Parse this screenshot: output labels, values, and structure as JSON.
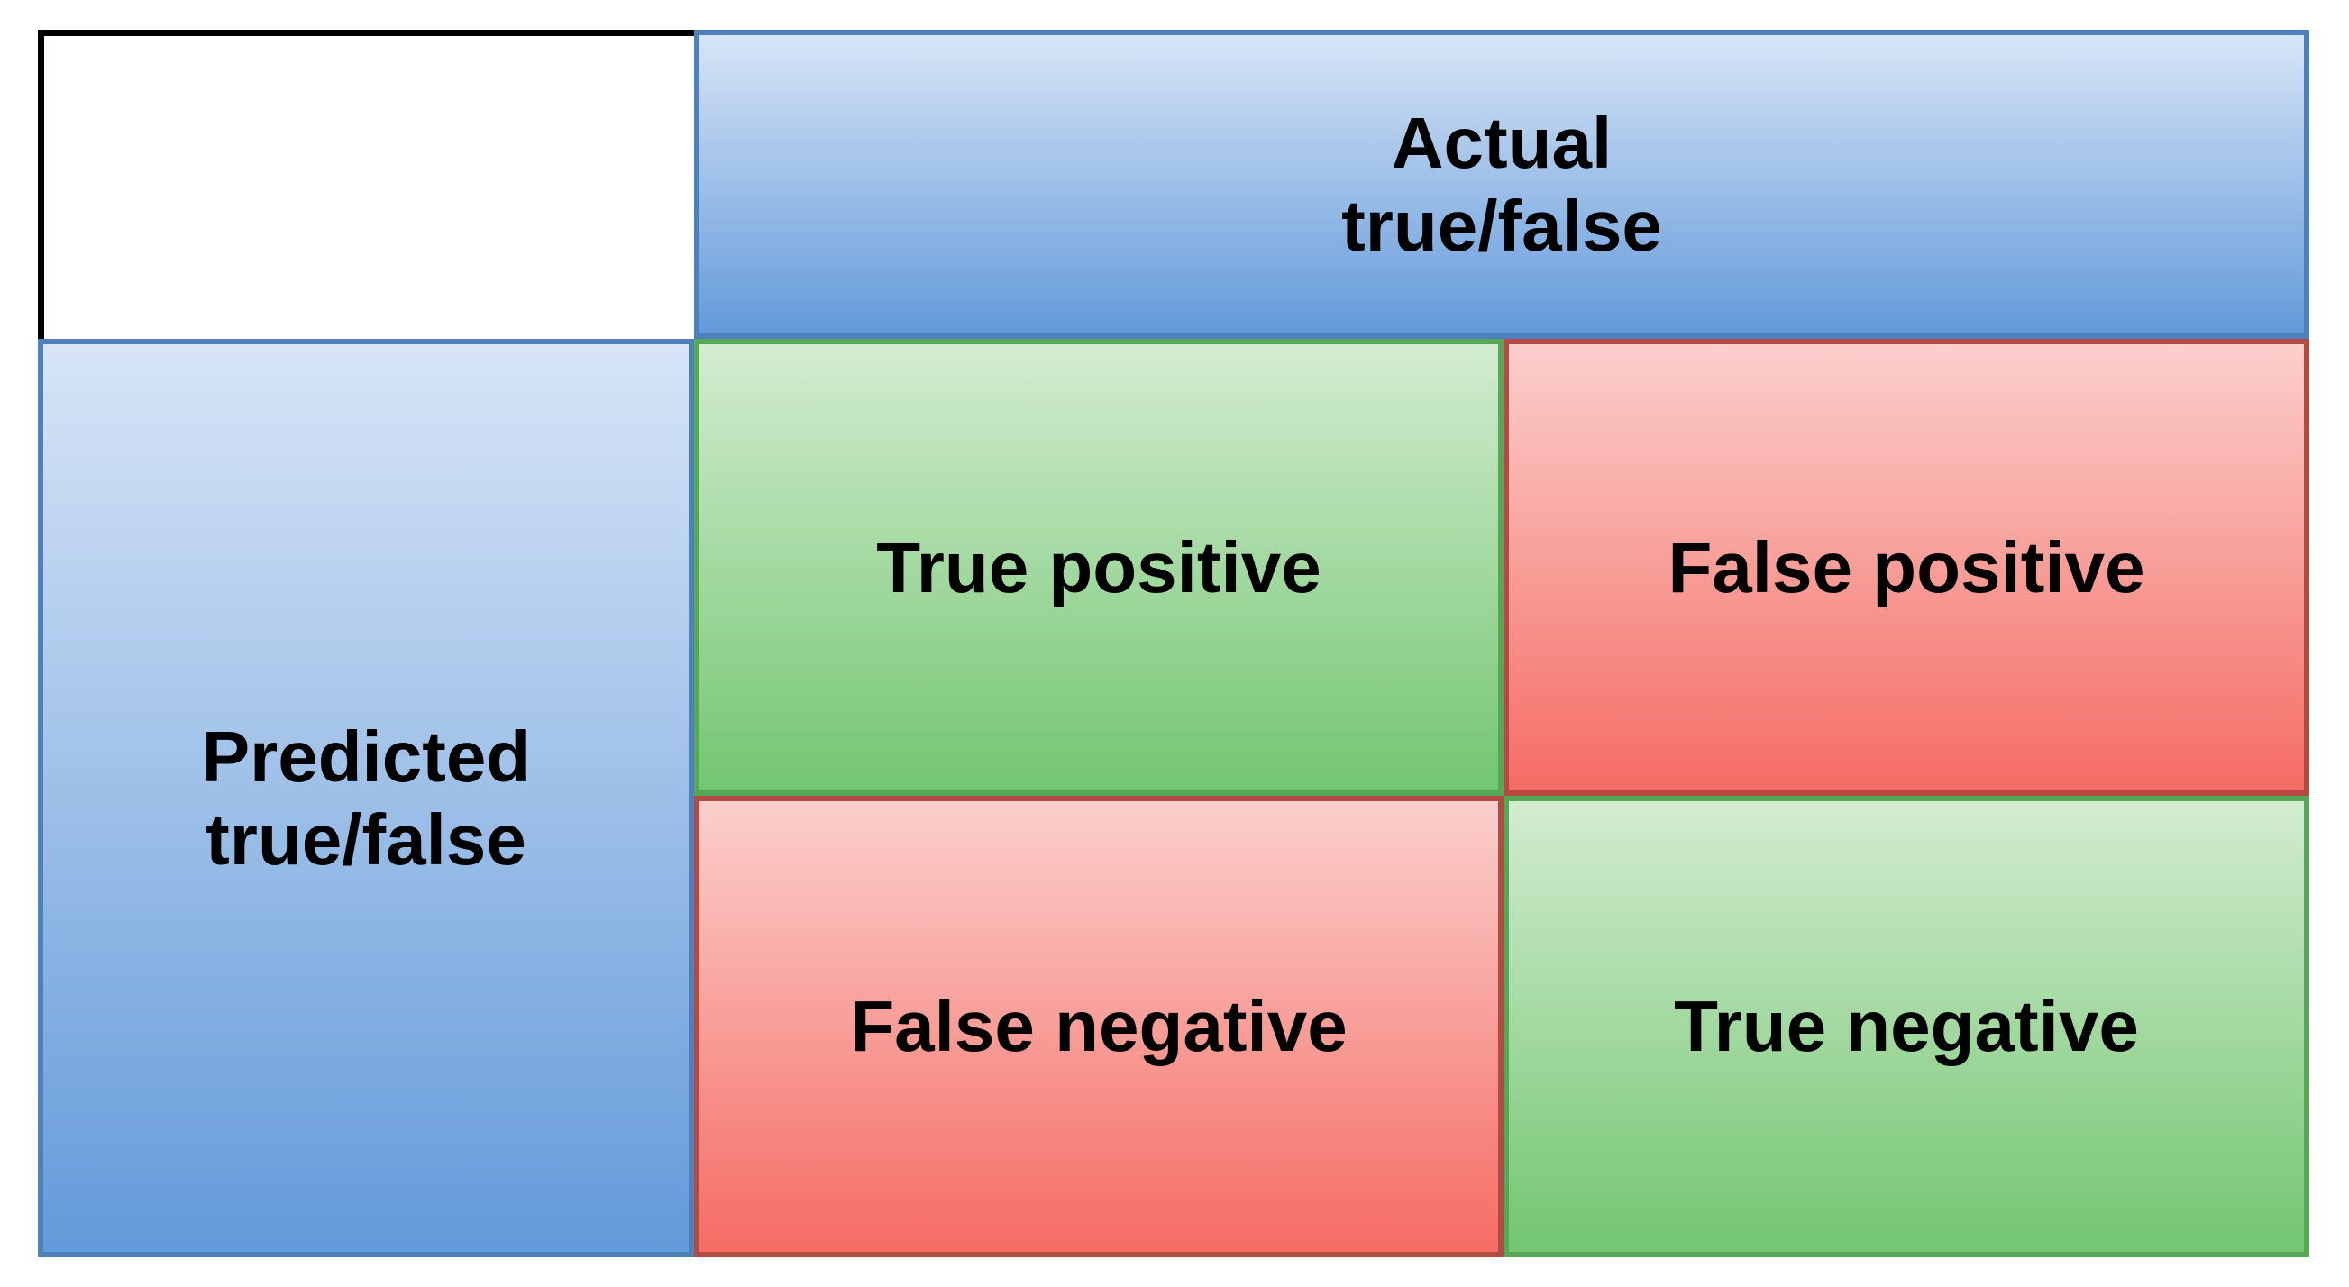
{
  "diagram": {
    "type": "confusion-matrix",
    "actual_header": {
      "line1": "Actual",
      "line2": "true/false"
    },
    "predicted_header": {
      "line1": "Predicted",
      "line2": "true/false"
    },
    "cells": {
      "true_positive": {
        "label": "True positive",
        "tone": "green"
      },
      "false_positive": {
        "label": "False positive",
        "tone": "red"
      },
      "false_negative": {
        "label": "False negative",
        "tone": "red"
      },
      "true_negative": {
        "label": "True negative",
        "tone": "green"
      }
    }
  },
  "colors": {
    "text": "#000000",
    "corner-border": "#000000",
    "blue-top": "#d7e5f6",
    "blue-bottom": "#639ada",
    "blue-border": "#4e81bc",
    "green-top": "#d3ecd0",
    "green-bottom": "#73c671",
    "green-border": "#56a856",
    "red-top": "#fbcfcc",
    "red-bottom": "#f56c64",
    "red-border": "#b14b43"
  }
}
